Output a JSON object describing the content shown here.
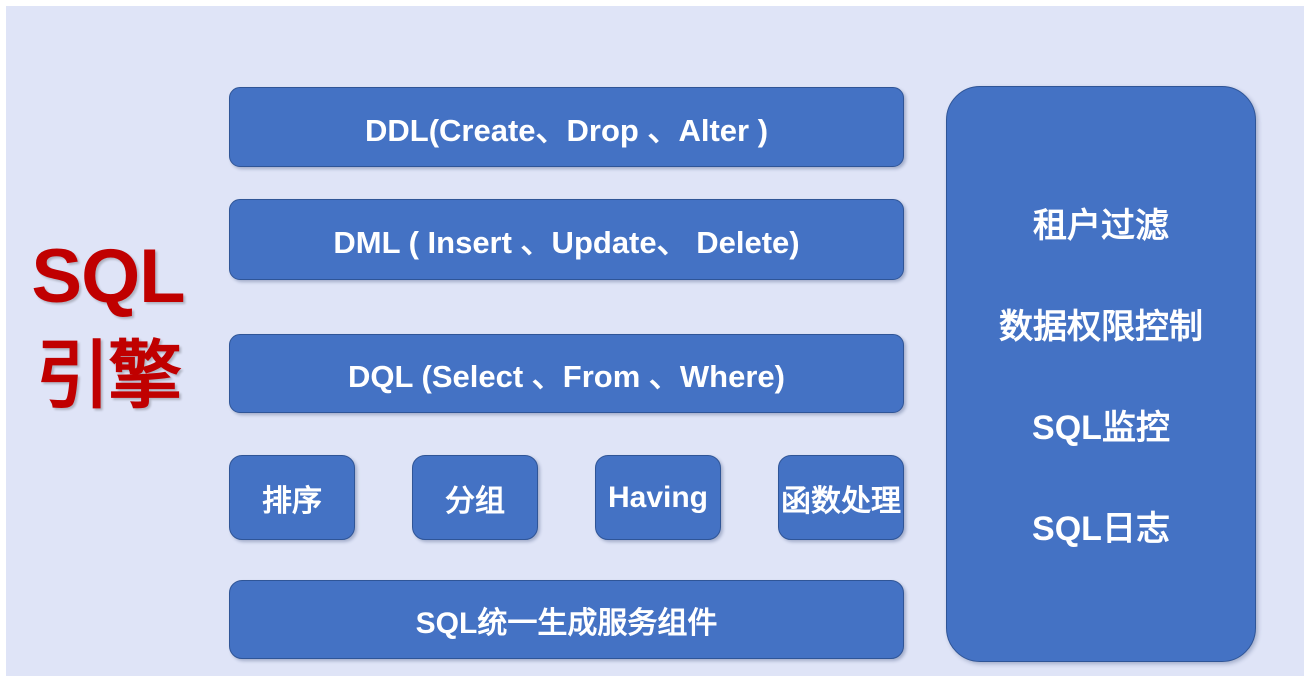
{
  "diagram": {
    "title_label": {
      "line_en": "SQL",
      "line_cn": "引擎",
      "color": "#C00000"
    },
    "colors": {
      "background": "#DFE4F7",
      "box_fill": "#4472C4",
      "box_border": "#2F5597",
      "box_text": "#FFFFFF",
      "accent_red": "#C00000"
    },
    "statement_boxes": [
      {
        "name": "ddl",
        "label": "DDL(Create、Drop 、Alter )"
      },
      {
        "name": "dml",
        "label": "DML ( Insert 、Update、 Delete)"
      },
      {
        "name": "dql",
        "label": "DQL  (Select 、From 、Where)"
      }
    ],
    "clause_boxes": [
      {
        "name": "order-by",
        "label": "排序"
      },
      {
        "name": "group-by",
        "label": "分组"
      },
      {
        "name": "having",
        "label": "Having"
      },
      {
        "name": "function-processing",
        "label": "函数处理"
      }
    ],
    "unified_service_box": {
      "name": "sql-unified-generation-service-component",
      "label": "SQL统一生成服务组件"
    },
    "right_panel": {
      "items": [
        {
          "name": "tenant-filter",
          "label": "租户过滤"
        },
        {
          "name": "data-permission-control",
          "label": "数据权限控制"
        },
        {
          "name": "sql-monitoring",
          "label": "SQL监控"
        },
        {
          "name": "sql-log",
          "label": "SQL日志"
        }
      ]
    }
  }
}
